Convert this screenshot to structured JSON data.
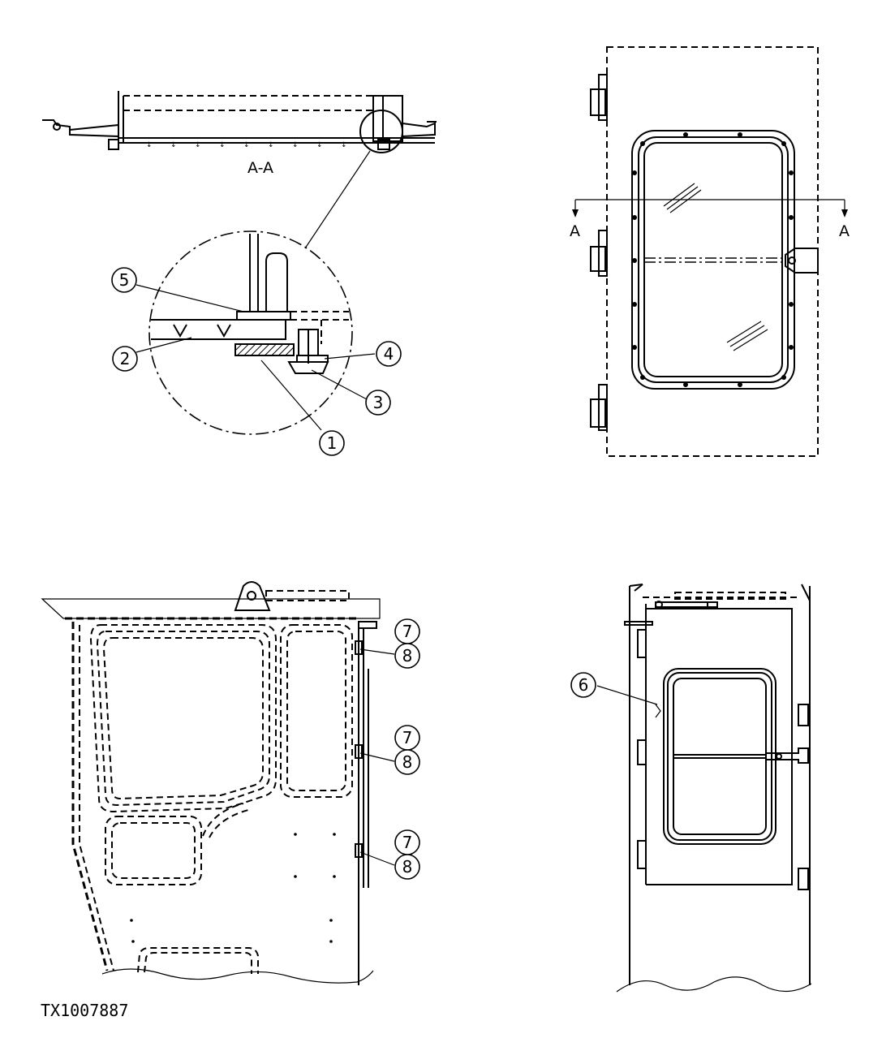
{
  "figure_id": "TX1007887",
  "section_label": "A-A",
  "section_arrow_label": "A",
  "callouts": {
    "c1": "1",
    "c2": "2",
    "c3": "3",
    "c4": "4",
    "c5": "5",
    "c6": "6",
    "c7a": "7",
    "c8a": "8",
    "c7b": "7",
    "c8b": "8",
    "c7c": "7",
    "c8c": "8"
  },
  "colors": {
    "line": "#000000",
    "background": "#ffffff"
  }
}
